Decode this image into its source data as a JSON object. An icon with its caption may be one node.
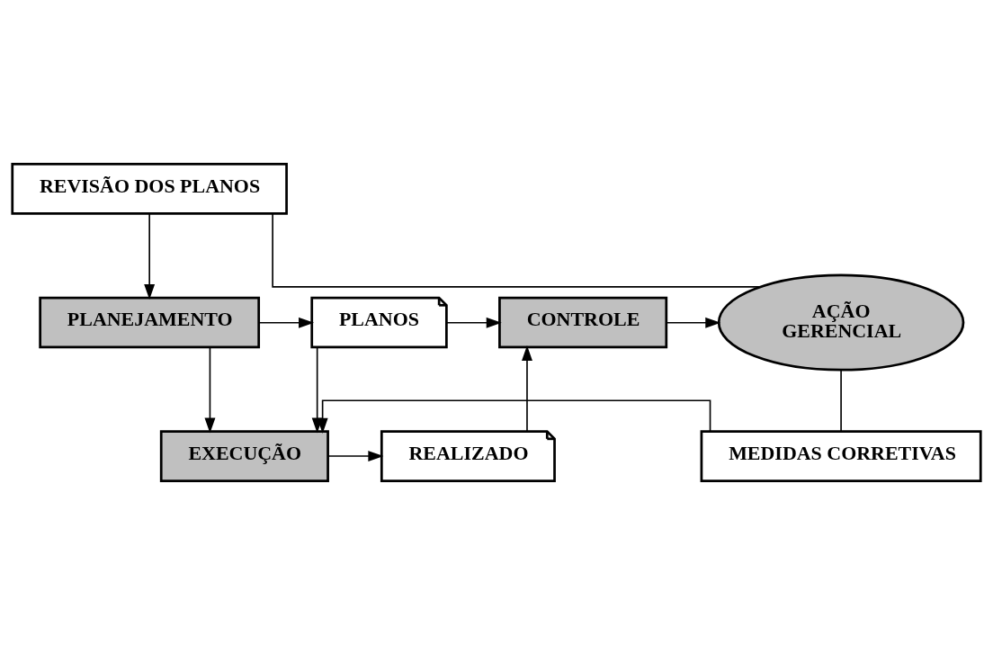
{
  "diagram": {
    "nodes": [
      {
        "text": [
          "REVISÃO DOS PLANOS"
        ]
      },
      {
        "text": [
          "PLANEJAMENTO"
        ]
      },
      {
        "text": [
          "PLANOS"
        ]
      },
      {
        "text": [
          "CONTROLE"
        ]
      },
      {
        "text": [
          "AÇÃO GERENCIAL"
        ]
      },
      {
        "text": [
          "EXECUÇÃO"
        ]
      },
      {
        "text": [
          "REALIZADO"
        ]
      },
      {
        "text": [
          "MEDIDAS CORRETIVAS"
        ]
      }
    ],
    "edges": [
      {
        "from": 4,
        "to": 0,
        "arrow": "none"
      },
      {
        "from": 0,
        "to": 1,
        "arrow": "to"
      },
      {
        "from": 1,
        "to": 2,
        "arrow": "to"
      },
      {
        "from": 2,
        "to": 3,
        "arrow": "to"
      },
      {
        "from": 3,
        "to": 4,
        "arrow": "to"
      },
      {
        "from": 2,
        "to": 5,
        "arrow": "to"
      },
      {
        "from": 1,
        "to": 5,
        "arrow": "to"
      },
      {
        "from": 5,
        "to": 6,
        "arrow": "to"
      },
      {
        "from": 6,
        "to": 3,
        "arrow": "to"
      },
      {
        "from": 4,
        "to": 7,
        "arrow": "none"
      },
      {
        "from": 7,
        "to": 5,
        "arrow": "to"
      }
    ]
  }
}
